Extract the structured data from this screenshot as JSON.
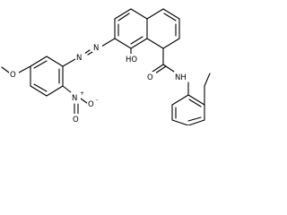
{
  "molecule": {
    "atoms": {
      "n_azo_1": "N",
      "n_azo_2": "N",
      "o_methoxy": "O",
      "n_nitro": "N",
      "o_nitro_a": "O",
      "o_nitro_b": "O",
      "nitro_plus": "+",
      "nitro_minus": "-",
      "o_hydroxy": "HO",
      "o_carbonyl": "O",
      "n_amide": "NH"
    }
  },
  "colors": {
    "bond": "#000000",
    "label": "#000000",
    "background": "#ffffff"
  }
}
